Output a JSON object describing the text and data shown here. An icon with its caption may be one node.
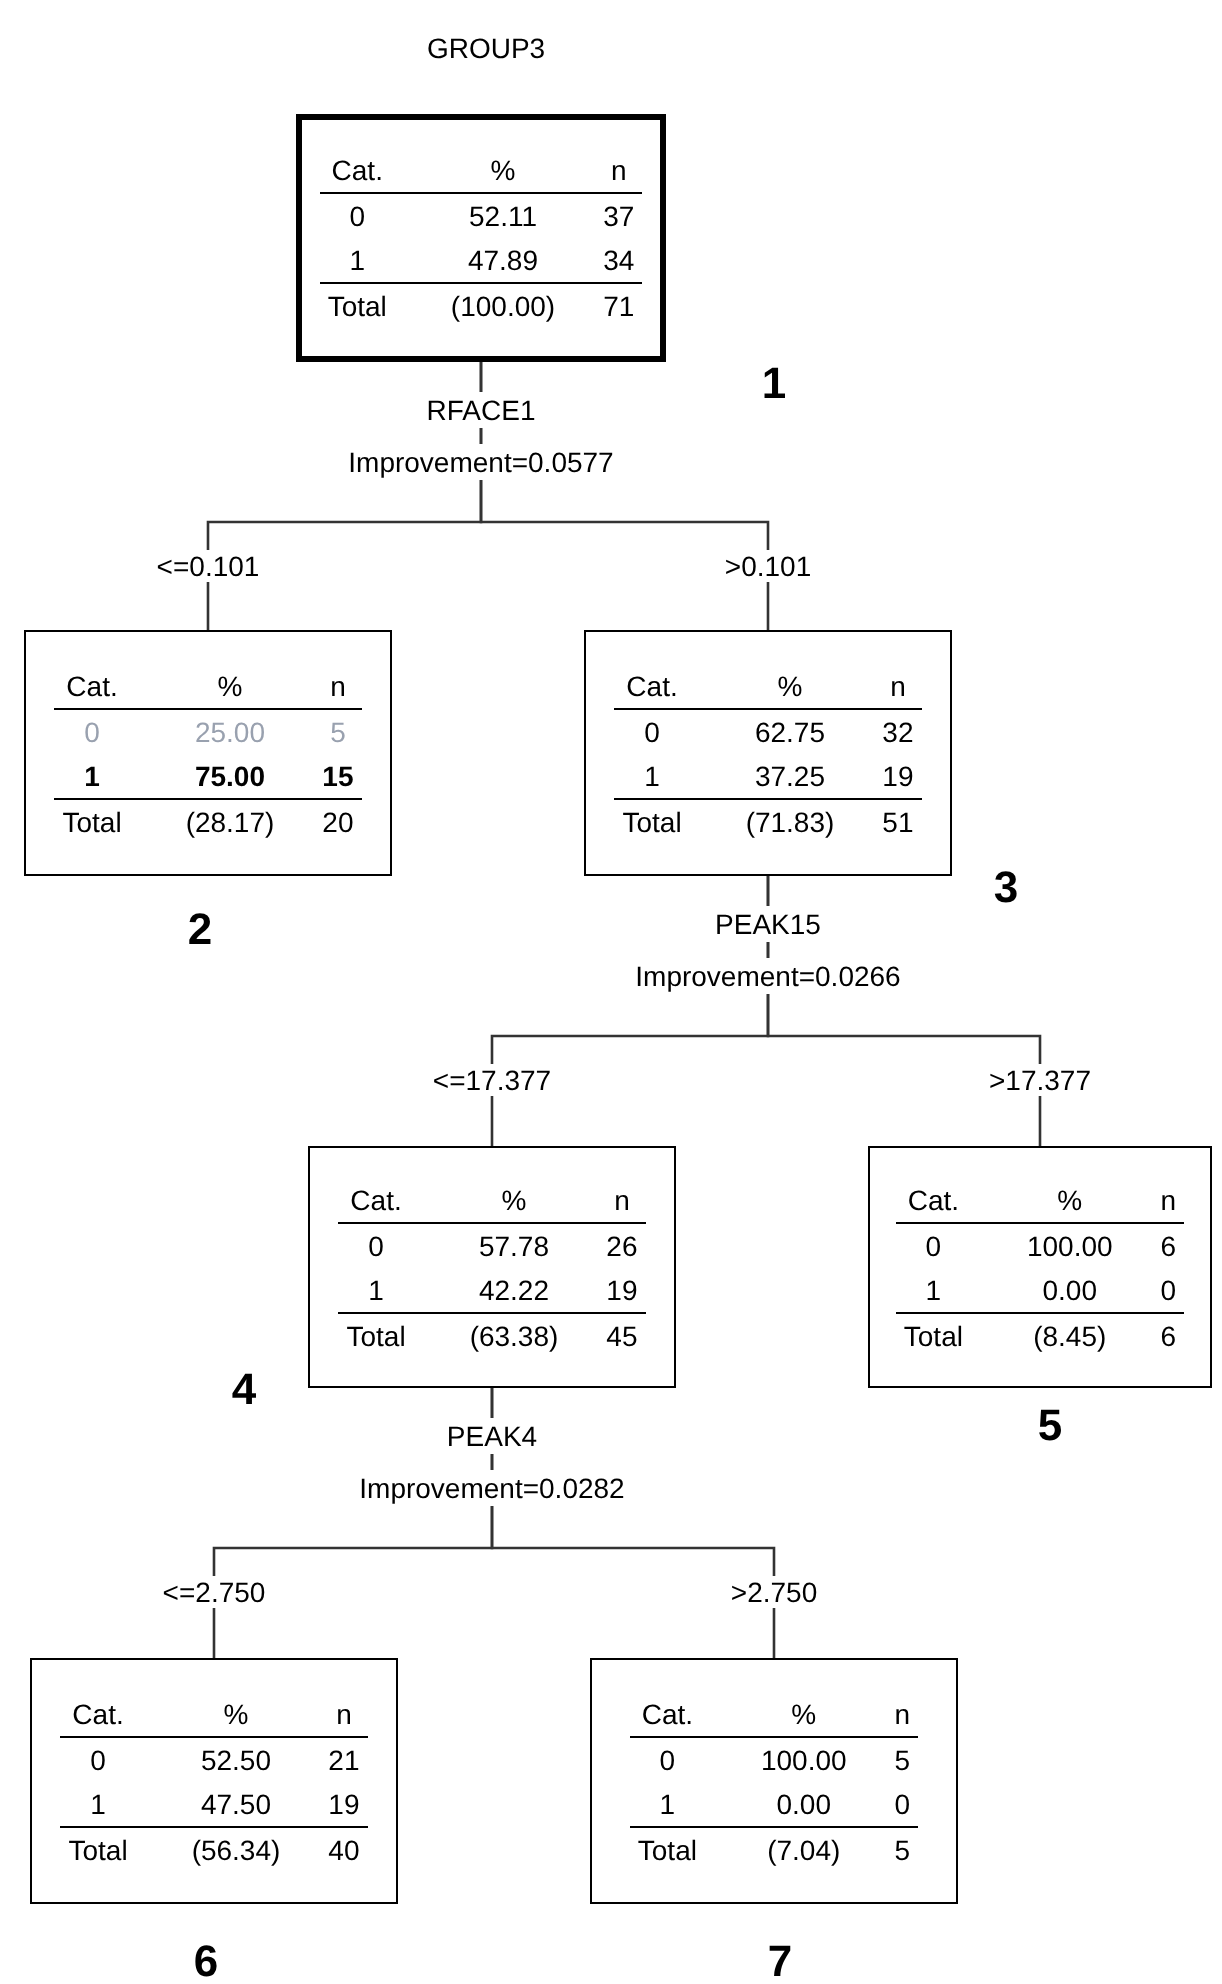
{
  "diagram": {
    "title": "GROUP3",
    "nodes": [
      {
        "text": [
          "Cat.",
          "%",
          "n",
          "0",
          "52.11",
          "37",
          "1",
          "47.89",
          "34",
          "Total",
          "(100.00)",
          "71"
        ],
        "beside": [
          "1",
          "RFACE1",
          "Improvement=0.0577"
        ]
      },
      {
        "text": [
          "Cat.",
          "%",
          "n",
          "0",
          "25.00",
          "5",
          "1",
          "75.00",
          "15",
          "Total",
          "(28.17)",
          "20"
        ],
        "beside": [
          "2"
        ]
      },
      {
        "text": [
          "Cat.",
          "%",
          "n",
          "0",
          "62.75",
          "32",
          "1",
          "37.25",
          "19",
          "Total",
          "(71.83)",
          "51"
        ],
        "beside": [
          "3",
          "PEAK15",
          "Improvement=0.0266"
        ]
      },
      {
        "text": [
          "Cat.",
          "%",
          "n",
          "0",
          "57.78",
          "26",
          "1",
          "42.22",
          "19",
          "Total",
          "(63.38)",
          "45"
        ],
        "beside": [
          "4",
          "PEAK4",
          "Improvement=0.0282"
        ]
      },
      {
        "text": [
          "Cat.",
          "%",
          "n",
          "0",
          "100.00",
          "6",
          "1",
          "0.00",
          "0",
          "Total",
          "(8.45)",
          "6"
        ],
        "beside": [
          "5"
        ]
      },
      {
        "text": [
          "Cat.",
          "%",
          "n",
          "0",
          "52.50",
          "21",
          "1",
          "47.50",
          "19",
          "Total",
          "(56.34)",
          "40"
        ],
        "beside": [
          "6"
        ]
      },
      {
        "text": [
          "Cat.",
          "%",
          "n",
          "0",
          "100.00",
          "5",
          "1",
          "0.00",
          "0",
          "Total",
          "(7.04)",
          "5"
        ],
        "beside": [
          "7"
        ]
      }
    ],
    "edges": [
      {
        "from": 0,
        "to": 1,
        "arrow": "none",
        "label": "<=0.101"
      },
      {
        "from": 0,
        "to": 2,
        "arrow": "none",
        "label": ">0.101"
      },
      {
        "from": 2,
        "to": 3,
        "arrow": "none",
        "label": "<=17.377"
      },
      {
        "from": 2,
        "to": 4,
        "arrow": "none",
        "label": ">17.377"
      },
      {
        "from": 3,
        "to": 5,
        "arrow": "none",
        "label": "<=2.750"
      },
      {
        "from": 3,
        "to": 6,
        "arrow": "none",
        "label": ">2.750"
      }
    ]
  }
}
